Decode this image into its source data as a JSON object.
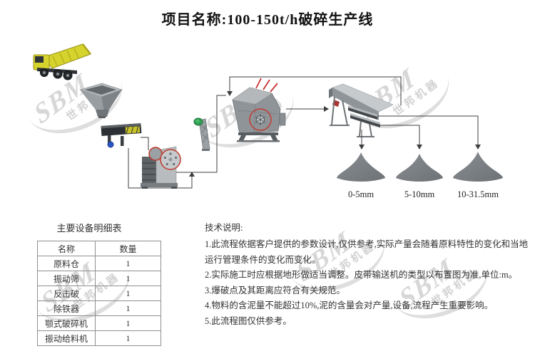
{
  "page": {
    "title": "项目名称:100-150t/h破碎生产线"
  },
  "watermark": {
    "text": "SBM",
    "subtext": "世邦机器"
  },
  "flow": {
    "pile_labels": [
      "0-5mm",
      "5-10mm",
      "10-31.5mm"
    ],
    "equipment_icons": [
      "dump-truck",
      "feed-hopper",
      "vibrating-feeder",
      "jaw-crusher",
      "iron-remover",
      "impact-crusher",
      "vibrating-screen",
      "product-pile-fine",
      "product-pile-medium",
      "product-pile-coarse"
    ]
  },
  "equipment_table": {
    "title": "主要设备明细表",
    "columns": [
      "名称",
      "数量"
    ],
    "rows": [
      [
        "原料仓",
        "1"
      ],
      [
        "振动筛",
        "1"
      ],
      [
        "反击破",
        "1"
      ],
      [
        "除铁器",
        "1"
      ],
      [
        "颚式破碎机",
        "1"
      ],
      [
        "振动给料机",
        "1"
      ]
    ]
  },
  "tech_notes": {
    "heading": "技术说明:",
    "items": [
      "1.此流程依据客户提供的参数设计,仅供参考,实际产量会随着原料特性的变化和当地运行管理条件的变化而变化。",
      "2.实际施工时应根据地形做适当调整。皮带输送机的类型以布置图为准,单位:m。",
      "3.爆破点及其距离应符合有关规范。",
      "4.物料的含泥量不能超过10%,泥的含量会对产量,设备,流程产生重要影响。",
      "5.此流程图仅供参考。"
    ]
  },
  "colors": {
    "accent_red": "#c0392b",
    "truck_yellow": "#d6d32c",
    "machine_gray": "#8f9498",
    "flow_line": "#3f3f3f",
    "watermark_gray": "#d7d7d7"
  }
}
